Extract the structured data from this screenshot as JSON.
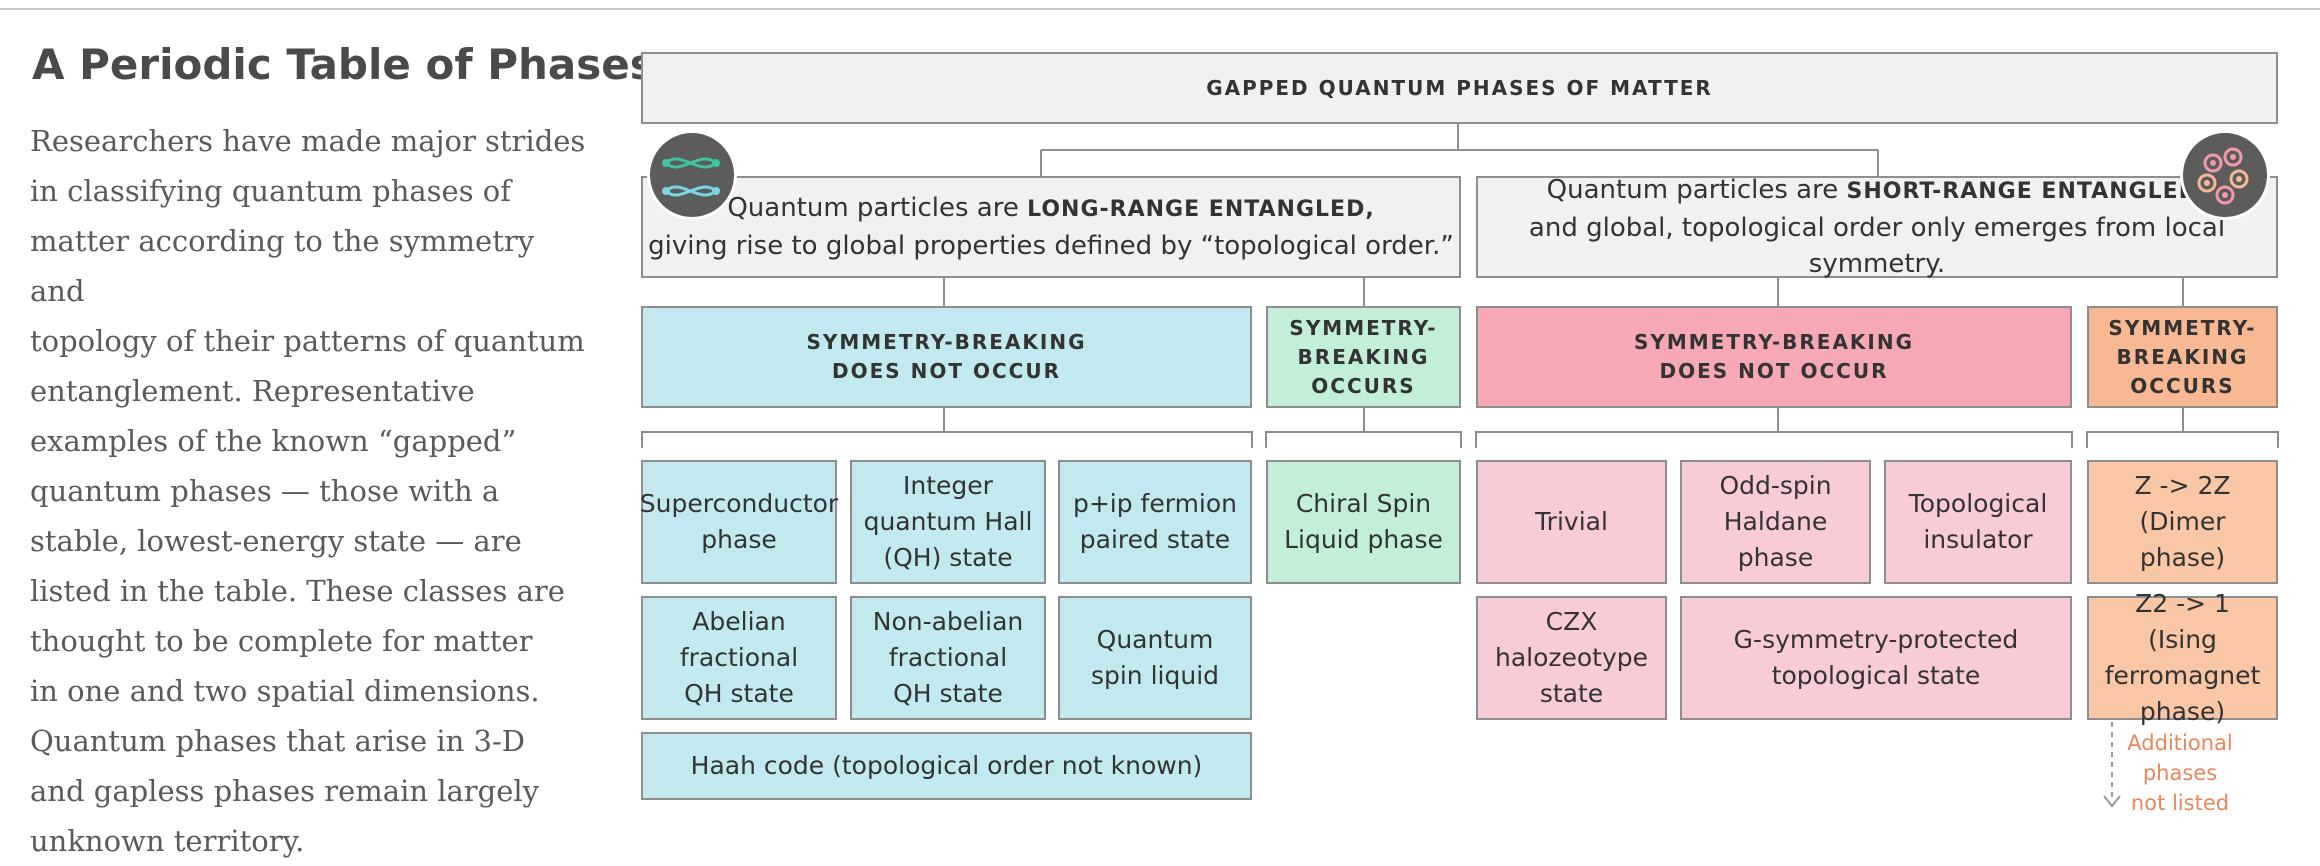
{
  "article": {
    "title": "A Periodic Table of Phases",
    "intro_lines": [
      "Researchers have made major strides",
      "in classifying quantum phases of",
      "matter according to the symmetry and",
      "topology of their patterns of quantum",
      "entanglement. Representative",
      "examples of the known “gapped”",
      "quantum phases — those with a",
      "stable, lowest-energy state — are",
      "listed in the table. These classes are",
      "thought to be complete for matter",
      "in one and two spatial dimensions.",
      "Quantum phases that arise in 3-D",
      "and gapless phases remain largely",
      "unknown territory."
    ]
  },
  "diagram": {
    "root": "GAPPED QUANTUM PHASES OF MATTER",
    "long_range": {
      "prefix": "Quantum particles are ",
      "emphasis": "LONG-RANGE ENTANGLED,",
      "line2": "giving rise to global properties defined by “topological order.”"
    },
    "short_range": {
      "prefix": "Quantum particles are ",
      "emphasis": "SHORT-RANGE ENTANGLED,",
      "line2": "and global, topological order only emerges from local symmetry."
    },
    "headers": {
      "lr_no_break": "SYMMETRY-BREAKING\nDOES NOT OCCUR",
      "lr_break": "SYMMETRY-\nBREAKING\nOCCURS",
      "sr_no_break": "SYMMETRY-BREAKING\nDOES NOT OCCUR",
      "sr_break": "SYMMETRY-\nBREAKING\nOCCURS"
    },
    "lr_phases": {
      "superconductor": "Superconductor\nphase",
      "integer_qh": "Integer\nquantum Hall\n(QH) state",
      "pip": "p+ip fermion\npaired state",
      "abelian": "Abelian\nfractional\nQH state",
      "non_abelian": "Non-abelian\nfractional\nQH state",
      "spin_liquid": "Quantum\nspin liquid",
      "haah": "Haah code (topological order not known)",
      "chiral": "Chiral Spin\nLiquid phase"
    },
    "sr_phases": {
      "trivial": "Trivial",
      "haldane": "Odd-spin\nHaldane\nphase",
      "topo_ins": "Topological\ninsulator",
      "czx": "CZX\nhalozeotype\nstate",
      "g_sym": "G-symmetry-protected\ntopological state",
      "z_2z": "Z -> 2Z\n(Dimer\nphase)",
      "z2_1": "Z2 -> 1 (Ising\nferromagnet\nphase)"
    },
    "note": "Additional\nphases\nnot listed"
  },
  "colors": {
    "long_range_accent": "#c2e9ef",
    "symmetry_break_long": "#c3efd9",
    "short_range_accent": "#f6a9b5",
    "symmetry_break_short": "#f8b894",
    "note": "#e8875a"
  },
  "icons": [
    "entangled-particles-icon",
    "local-particles-icon"
  ]
}
